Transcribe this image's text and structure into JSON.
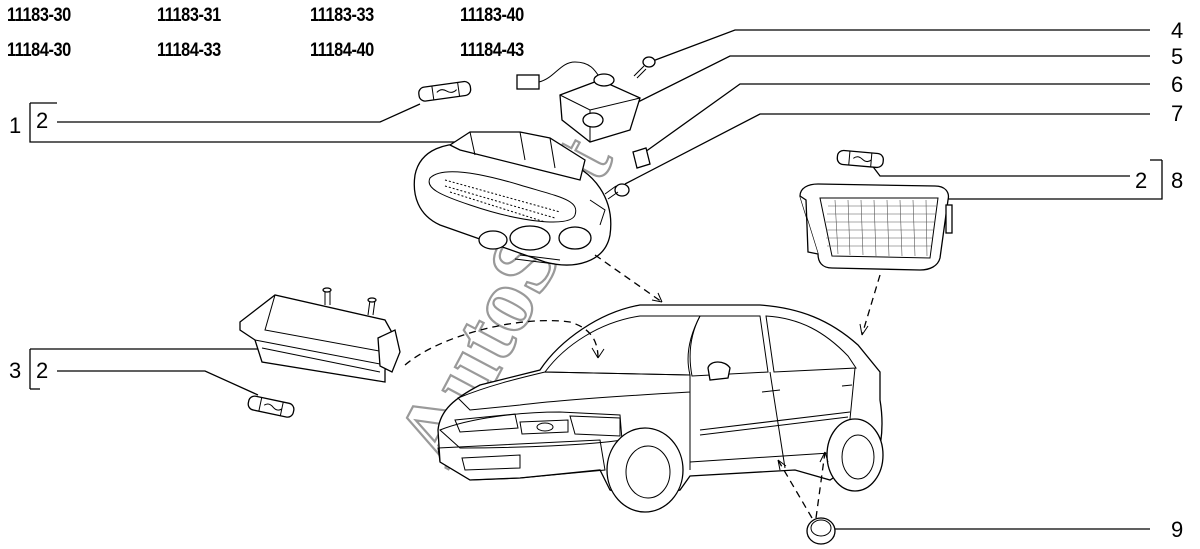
{
  "model_codes": {
    "row1": [
      "11183-30",
      "11183-31",
      "11183-33",
      "11183-40"
    ],
    "row2": [
      "11184-30",
      "11184-33",
      "11184-40",
      "11184-43"
    ]
  },
  "callouts": {
    "c1": "1",
    "c2a": "2",
    "c2b": "2",
    "c2c": "2",
    "c3": "3",
    "c4": "4",
    "c5": "5",
    "c6": "6",
    "c7": "7",
    "c8": "8",
    "c9": "9"
  },
  "watermark": "AutoSoft"
}
